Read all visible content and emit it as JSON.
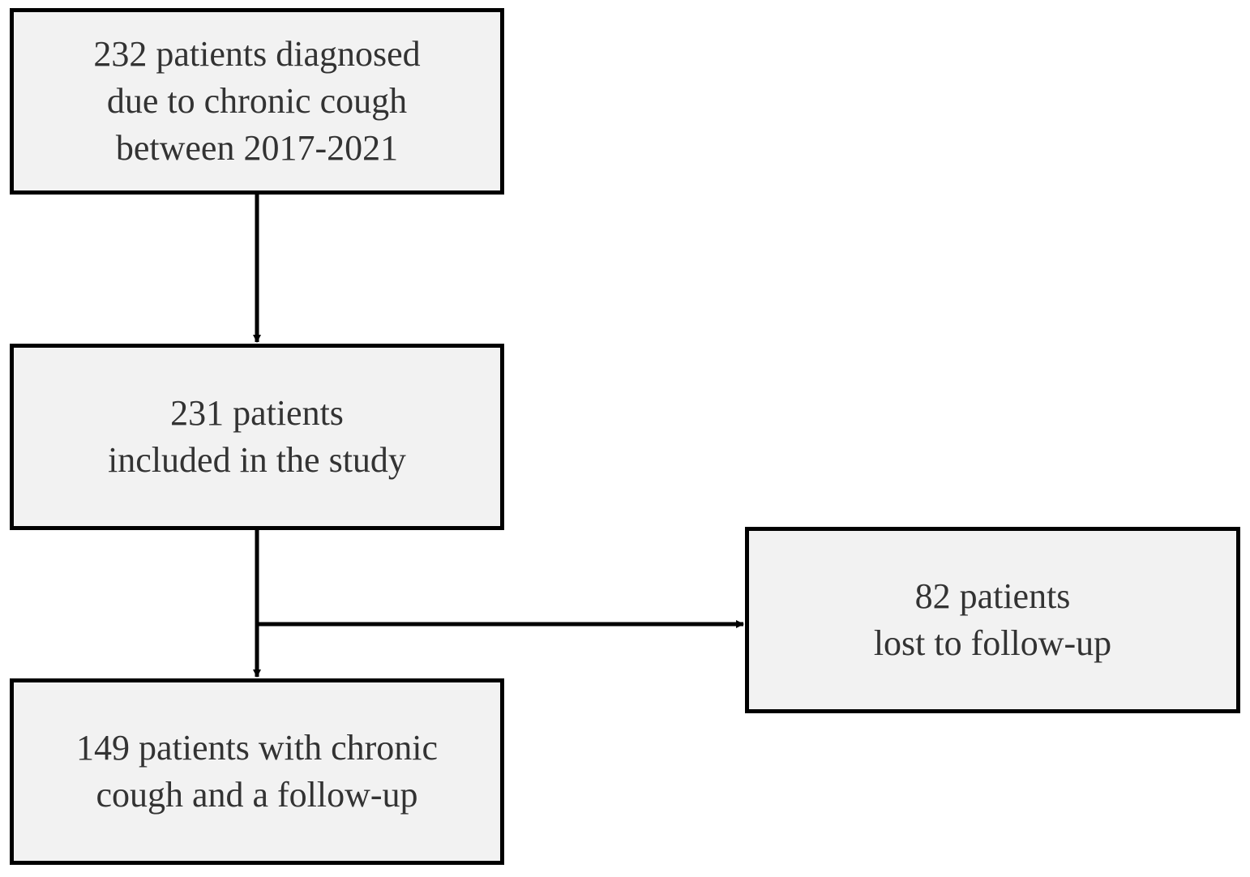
{
  "diagram": {
    "boxes": {
      "diagnosed": {
        "lines": [
          "232 patients diagnosed",
          "due to chronic cough",
          "between 2017-2021"
        ]
      },
      "included": {
        "lines": [
          "231 patients",
          "included in the study"
        ]
      },
      "followed": {
        "lines": [
          "149 patients with chronic",
          "cough and a follow-up"
        ]
      },
      "lost": {
        "lines": [
          "82 patients",
          "lost to follow-up"
        ]
      }
    },
    "colors": {
      "box_fill": "#f2f2f2",
      "box_border": "#000000",
      "text": "#333333",
      "connector": "#000000"
    }
  }
}
